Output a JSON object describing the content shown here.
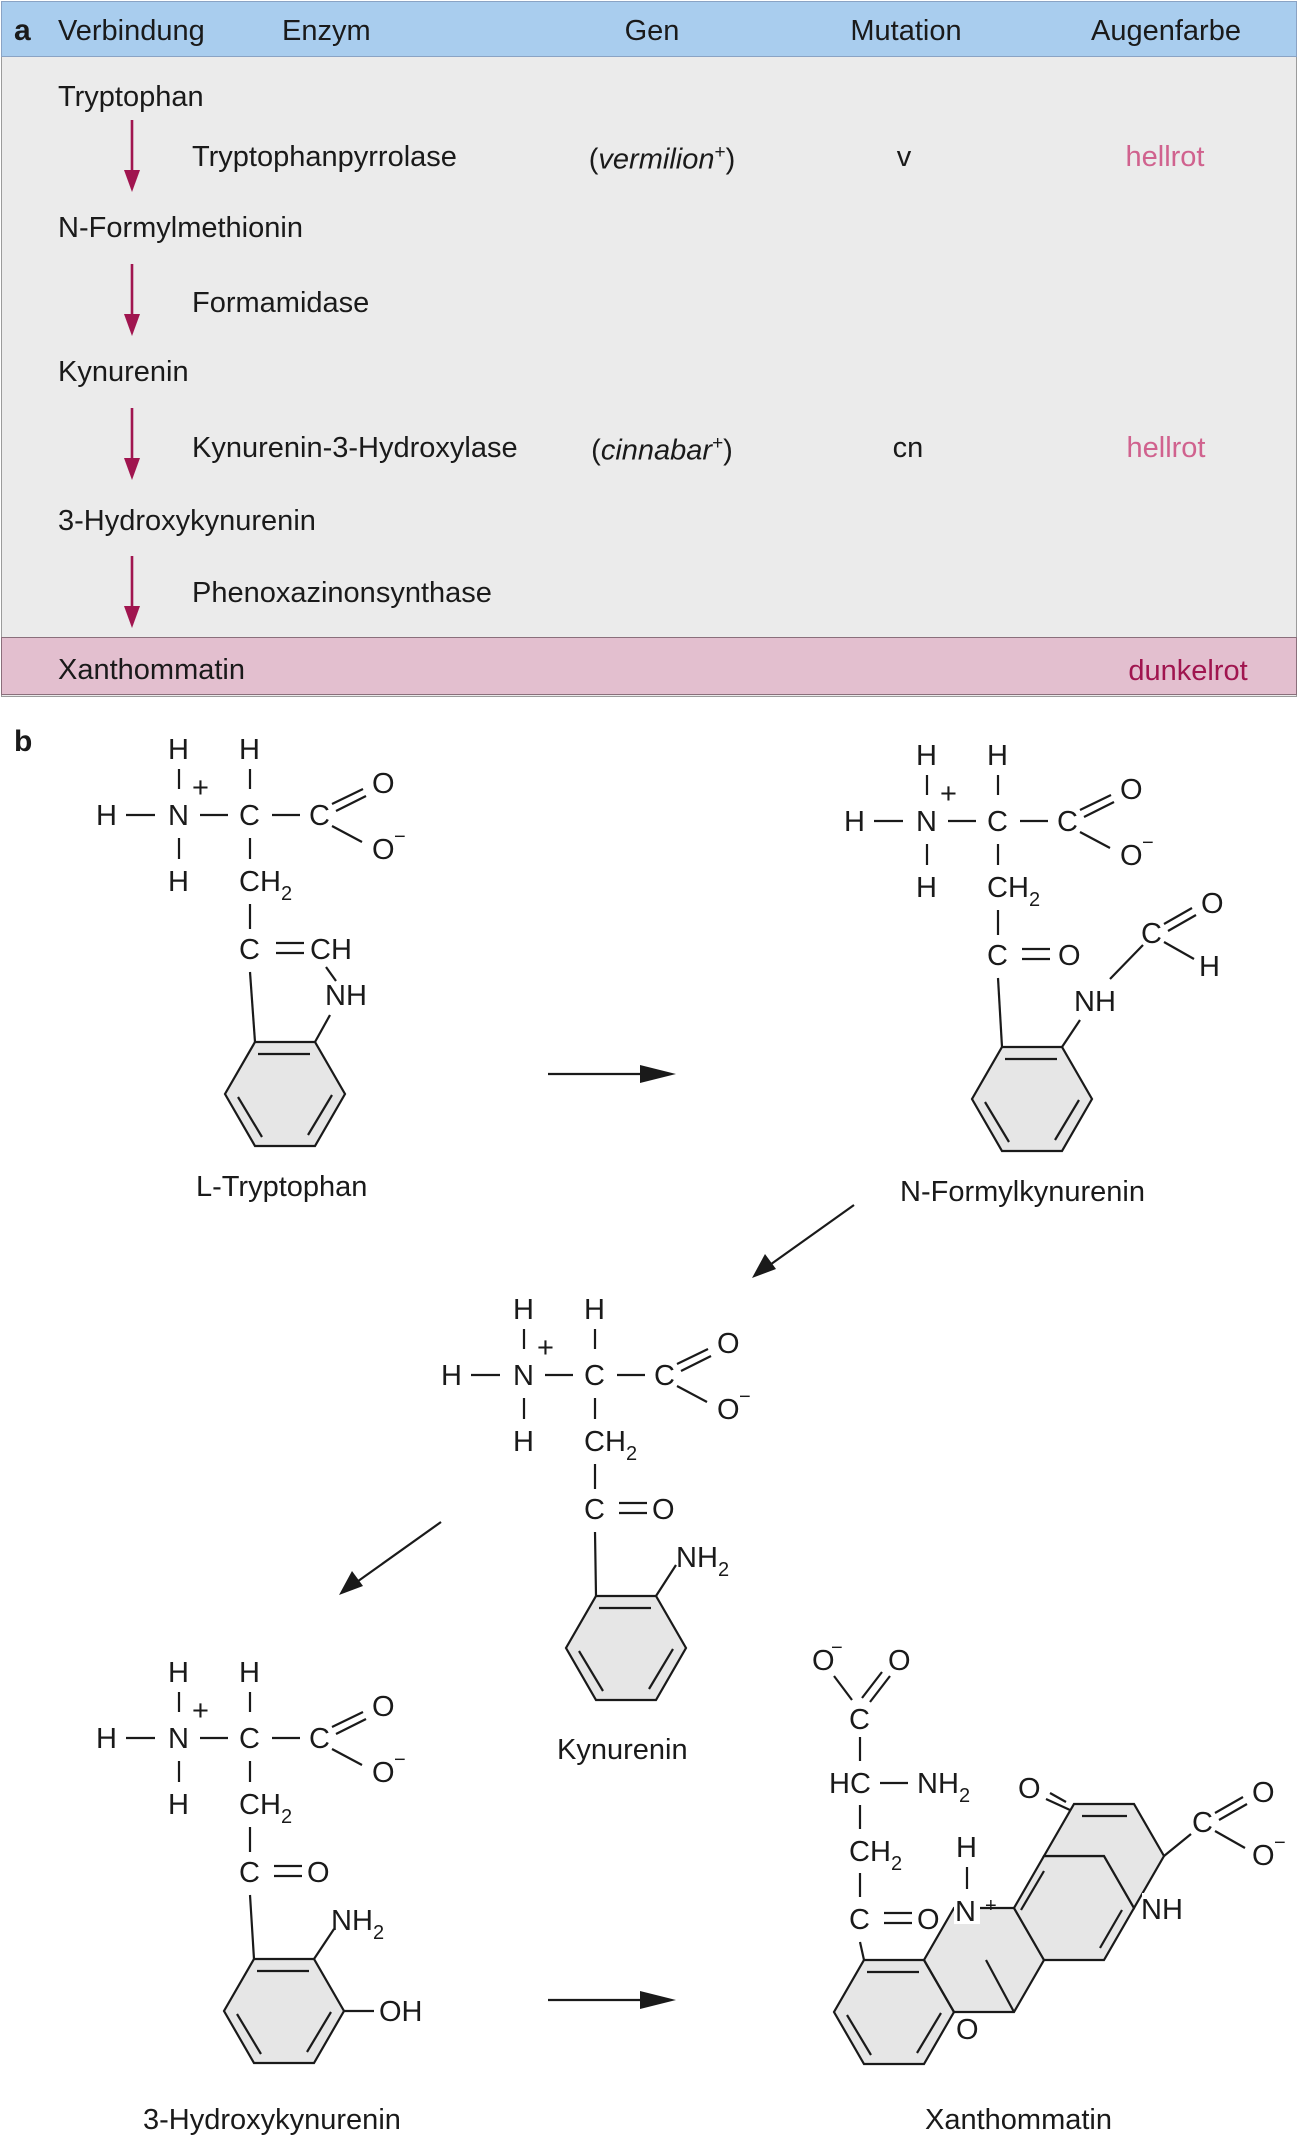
{
  "panel_a": {
    "label": "a",
    "headers": {
      "compound": "Verbindung",
      "enzyme": "Enzym",
      "gene": "Gen",
      "mutation": "Mutation",
      "eye_color": "Augenfarbe"
    },
    "compounds": [
      "Tryptophan",
      "N-Formylmethionin",
      "Kynurenin",
      "3-Hydroxykynurenin",
      "Xanthommatin"
    ],
    "steps": [
      {
        "enzyme": "Tryptophanpyrrolase",
        "gene_name": "vermilion",
        "gene_sup": "+",
        "mutation": "v",
        "eye_color": "hellrot"
      },
      {
        "enzyme": "Formamidase",
        "gene_name": "",
        "gene_sup": "",
        "mutation": "",
        "eye_color": ""
      },
      {
        "enzyme": "Kynurenin-3-Hydroxylase",
        "gene_name": "cinnabar",
        "gene_sup": "+",
        "mutation": "cn",
        "eye_color": "hellrot"
      },
      {
        "enzyme": "Phenoxazinonsynthase",
        "gene_name": "",
        "gene_sup": "",
        "mutation": "",
        "eye_color": ""
      }
    ],
    "final_eye_color": "dunkelrot",
    "colors": {
      "header_bg": "#a9cdee",
      "table_bg": "#ebebeb",
      "final_row_bg": "#e3bfcf",
      "arrow": "#a0154f",
      "light_red_text": "#d0628e",
      "dark_red_text": "#a0154f"
    }
  },
  "panel_b": {
    "label": "b",
    "names": {
      "l_tryptophan": "L-Tryptophan",
      "n_formylkynurenin": "N-Formylkynurenin",
      "kynurenin": "Kynurenin",
      "hydroxykynurenin": "3-Hydroxykynurenin",
      "xanthommatin": "Xanthommatin"
    },
    "atoms": {
      "H": "H",
      "N": "N",
      "C": "C",
      "O": "O",
      "plus": "+",
      "minus": "−",
      "CH": "CH",
      "NH": "NH",
      "HC": "HC",
      "OH": "OH",
      "CH2": "CH",
      "NH2": "NH",
      "sub2": "2"
    }
  }
}
